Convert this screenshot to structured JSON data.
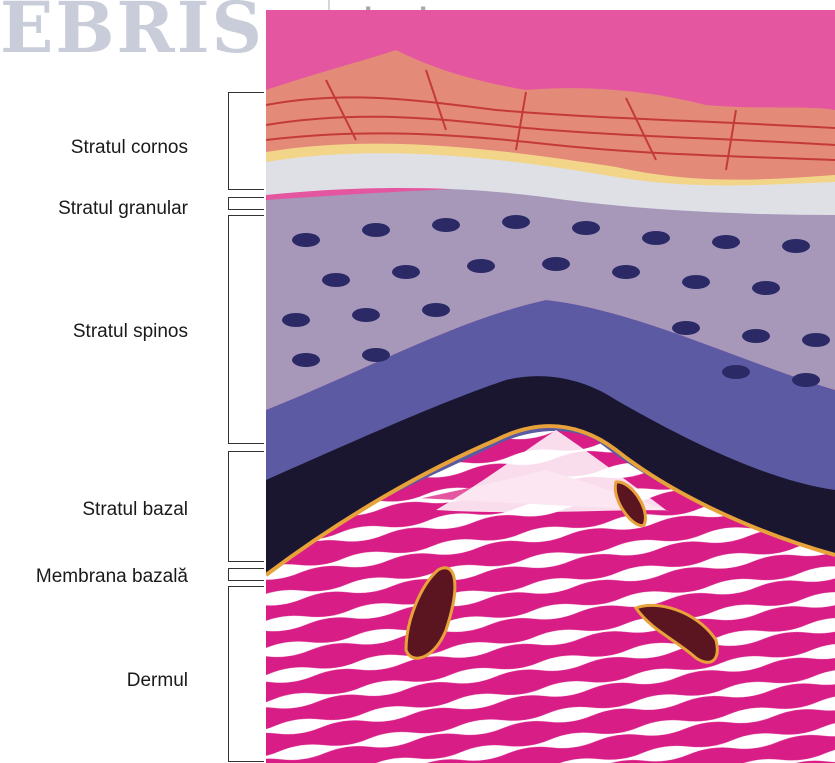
{
  "watermark": {
    "text": "EBRIS",
    "sub": "books"
  },
  "layers": [
    {
      "id": "cornos",
      "label": "Stratul cornos"
    },
    {
      "id": "granular",
      "label": "Stratul granular"
    },
    {
      "id": "spinos",
      "label": "Stratul spinos"
    },
    {
      "id": "bazal",
      "label": "Stratul bazal"
    },
    {
      "id": "membrana",
      "label": "Membrana bazală"
    },
    {
      "id": "dermul",
      "label": "Dermul"
    }
  ],
  "colors": {
    "background_top": "#e4569f",
    "corneum": "#e38a79",
    "corneum_lines": "#c43a3a",
    "granular_band": "#f3d58a",
    "granular_cells": "#dfe0e6",
    "spinous_cell": "#a798ba",
    "spinous_nucleus": "#2b2a66",
    "cell_border": "#ee7ab4",
    "basal_light": "#5b5aa2",
    "basal_dark": "#1a1630",
    "basement_line": "#e8a23a",
    "dermis_pink": "#d81e86",
    "vessel": "#5a1520"
  }
}
